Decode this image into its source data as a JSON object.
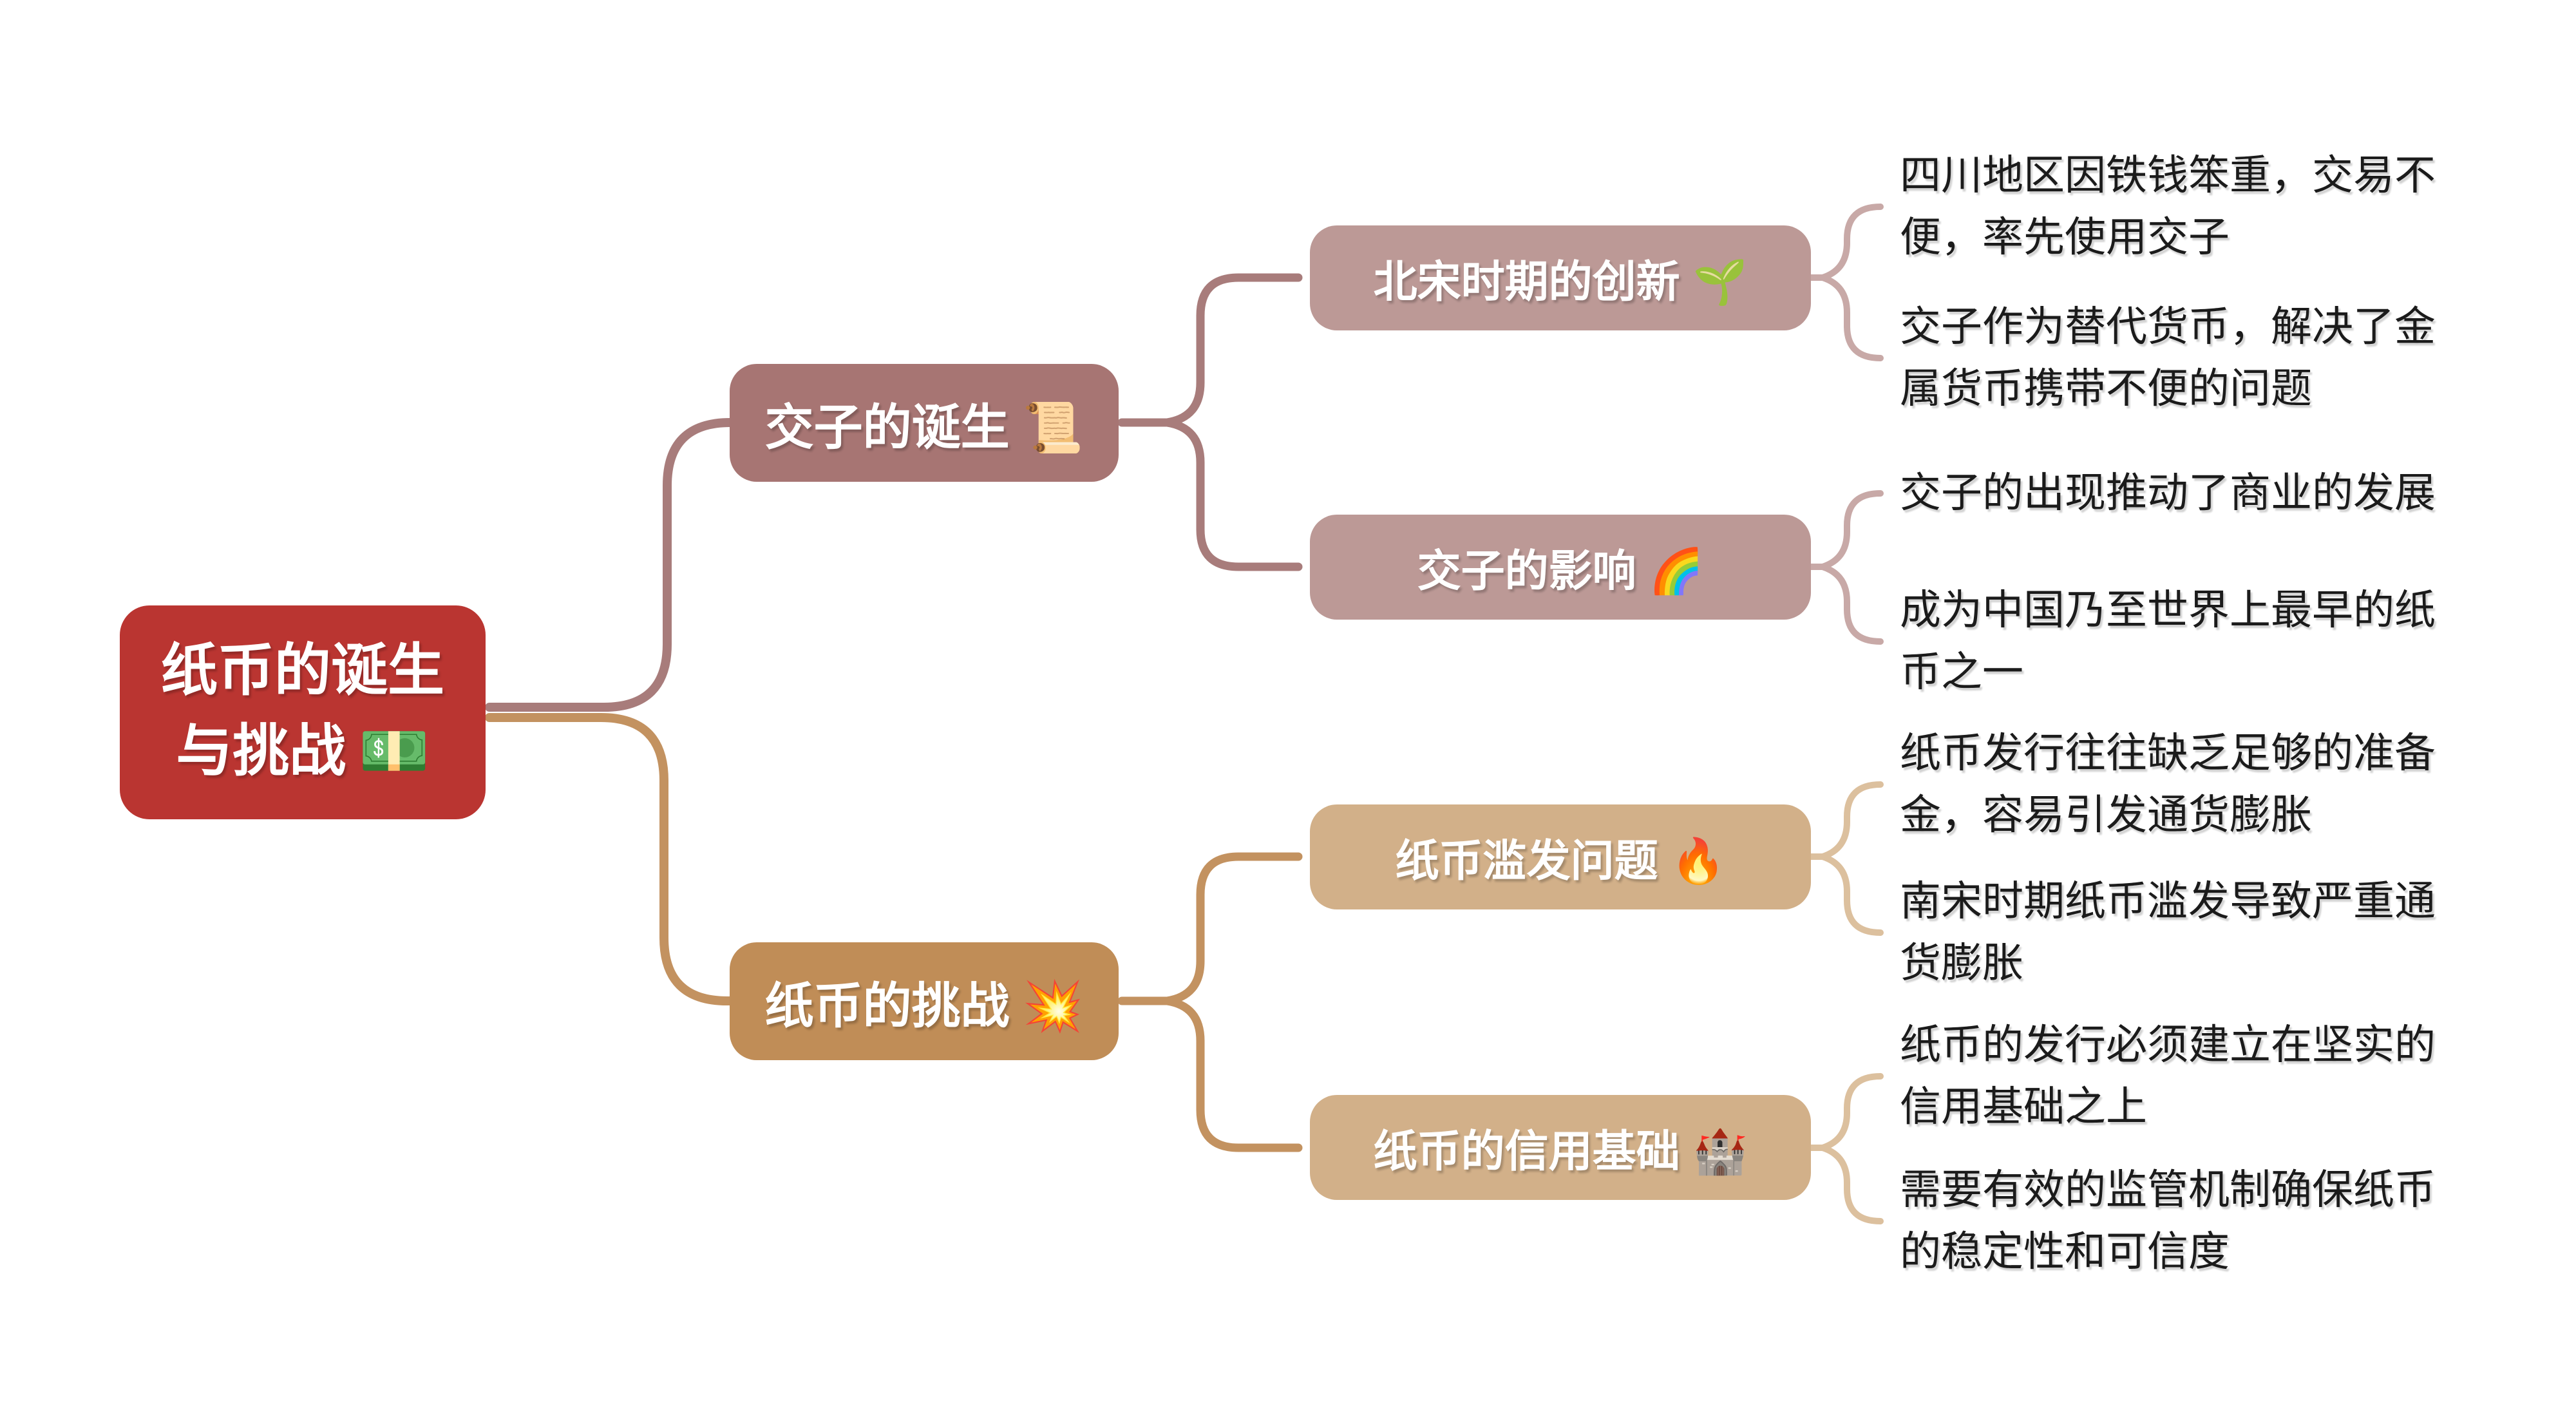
{
  "root": {
    "label": "纸币的诞生\n与挑战",
    "emoji": "💵"
  },
  "branches": [
    {
      "label": "交子的诞生",
      "emoji": "📜",
      "children": [
        {
          "label": "北宋时期的创新",
          "emoji": "🌱",
          "leaves": [
            "四川地区因铁钱笨重，交易不\n便，率先使用交子",
            "交子作为替代货币，解决了金\n属货币携带不便的问题"
          ]
        },
        {
          "label": "交子的影响",
          "emoji": "🌈",
          "leaves": [
            "交子的出现推动了商业的发展",
            "成为中国乃至世界上最早的纸\n币之一"
          ]
        }
      ]
    },
    {
      "label": "纸币的挑战",
      "emoji": "💥",
      "children": [
        {
          "label": "纸币滥发问题",
          "emoji": "🔥",
          "leaves": [
            "纸币发行往往缺乏足够的准备\n金，容易引发通货膨胀",
            "南宋时期纸币滥发导致严重通\n货膨胀"
          ]
        },
        {
          "label": "纸币的信用基础",
          "emoji": "🏰",
          "leaves": [
            "纸币的发行必须建立在坚实的\n信用基础之上",
            "需要有效的监管机制确保纸币\n的稳定性和可信度"
          ]
        }
      ]
    }
  ],
  "palette": {
    "root_bg": "#ba3531",
    "branch1_bg": "#a77573",
    "branch1_child_bg": "#bc9996",
    "branch1_line": "#a87c7b",
    "branch1_leaf_line": "#c8a9a7",
    "branch2_bg": "#c08d57",
    "branch2_child_bg": "#d2b089",
    "branch2_line": "#c39260",
    "branch2_leaf_line": "#dcc09e",
    "node_text": "#ffffff",
    "leaf_text": "#1b1b1b",
    "background": "#ffffff"
  }
}
